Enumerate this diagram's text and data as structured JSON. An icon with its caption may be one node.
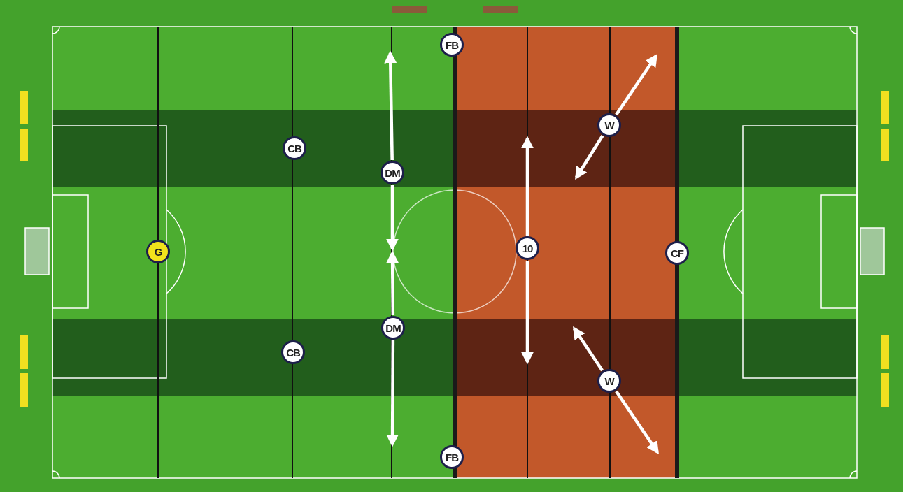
{
  "diagram": {
    "nodes": [
      {
        "text": [
          "FB"
        ]
      },
      {
        "text": [
          "W"
        ]
      },
      {
        "text": [
          "CB"
        ]
      },
      {
        "text": [
          "DM"
        ]
      },
      {
        "text": [
          "G"
        ]
      },
      {
        "text": [
          "10"
        ]
      },
      {
        "text": [
          "CF"
        ]
      },
      {
        "text": [
          "DM"
        ]
      },
      {
        "text": [
          "CB"
        ]
      },
      {
        "text": [
          "W"
        ]
      },
      {
        "text": [
          "FB"
        ]
      }
    ],
    "edges": [
      {
        "from": 3,
        "to": null,
        "arrow": "to"
      },
      {
        "from": 3,
        "to": null,
        "arrow": "to"
      },
      {
        "from": 1,
        "to": null,
        "arrow": "to"
      },
      {
        "from": 1,
        "to": null,
        "arrow": "to"
      },
      {
        "from": 5,
        "to": null,
        "arrow": "to"
      },
      {
        "from": 5,
        "to": null,
        "arrow": "to"
      },
      {
        "from": 7,
        "to": null,
        "arrow": "to"
      },
      {
        "from": 7,
        "to": null,
        "arrow": "to"
      },
      {
        "from": 9,
        "to": null,
        "arrow": "to"
      },
      {
        "from": 9,
        "to": null,
        "arrow": "to"
      }
    ]
  }
}
